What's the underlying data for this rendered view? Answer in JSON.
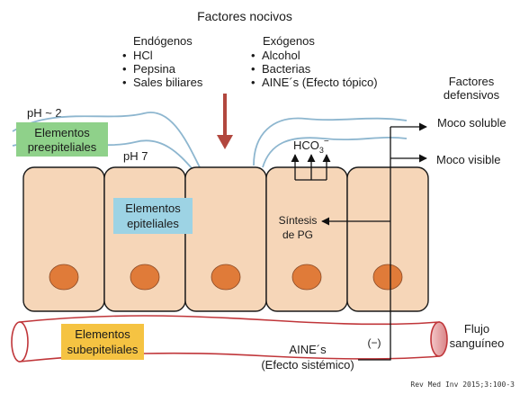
{
  "title": "Factores nocivos",
  "endogenous": {
    "heading": "Endógenos",
    "items": [
      "HCl",
      "Pepsina",
      "Sales biliares"
    ]
  },
  "exogenous": {
    "heading": "Exógenos",
    "items": [
      "Alcohol",
      "Bacterias",
      "AINE´s (Efecto tópico)"
    ]
  },
  "bullet": "•",
  "ph_lumen": "pH ~ 2",
  "ph_surface": "pH 7",
  "defensive_title": [
    "Factores",
    "defensivos"
  ],
  "moco_soluble": "Moco soluble",
  "moco_visible": "Moco visible",
  "bicarbonate": {
    "base": "HCO",
    "sub": "3",
    "sup": "−"
  },
  "pg_synthesis": [
    "Síntesis",
    "de PG"
  ],
  "preepithelial": {
    "lines": [
      "Elementos",
      "preepiteliales"
    ],
    "color": "#8fd18a"
  },
  "epithelial": {
    "lines": [
      "Elementos",
      "epiteliales"
    ],
    "color": "#9dd3e4"
  },
  "subepithelial": {
    "lines": [
      "Elementos",
      "subepiteliales"
    ],
    "color": "#f5c342"
  },
  "aines_systemic": [
    "AINE´s",
    "(Efecto sistémico)"
  ],
  "inhibition": "(−)",
  "blood_flow": [
    "Flujo",
    "sanguíneo"
  ],
  "citation": "Rev Med Inv 2015;3:100-3",
  "colors": {
    "cell_fill": "#f6d6b8",
    "nucleus": "#e07b39",
    "mucus_line": "#8db6cf",
    "noxious_arrow": "#b2473e",
    "vessel_fill": "#ffffff",
    "vessel_stroke": "#c0363a"
  }
}
